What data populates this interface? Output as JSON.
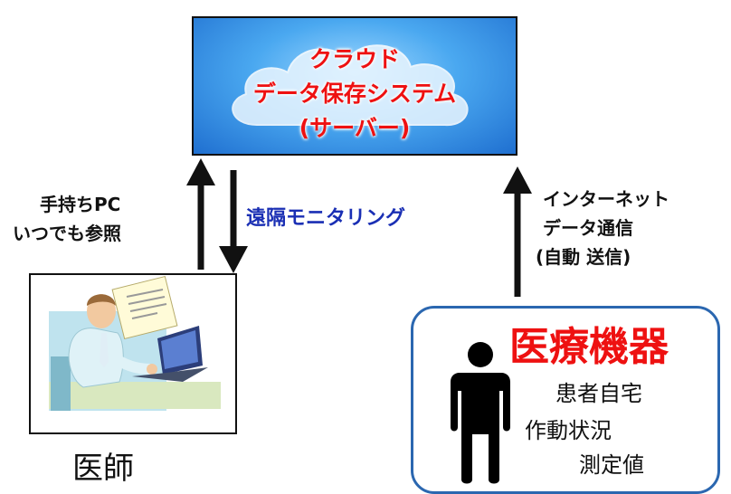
{
  "server": {
    "line1": "クラウド",
    "line2": "データ保存システム",
    "line3": "(サーバー)"
  },
  "doctor_side": {
    "line1": "手持ちPC",
    "line2": "いつでも参照",
    "label": "医師"
  },
  "monitoring_label": "遠隔モニタリング",
  "internet_side": {
    "line1": "インターネット",
    "line2": "データ通信",
    "line3": "(自動 送信)"
  },
  "device": {
    "title": "医療機器",
    "items": [
      "患者自宅",
      "作動状況",
      "測定値"
    ]
  },
  "colors": {
    "accent_red": "#ee1111",
    "monitor_blue": "#1a2fb4",
    "device_border": "#2b67b0"
  }
}
